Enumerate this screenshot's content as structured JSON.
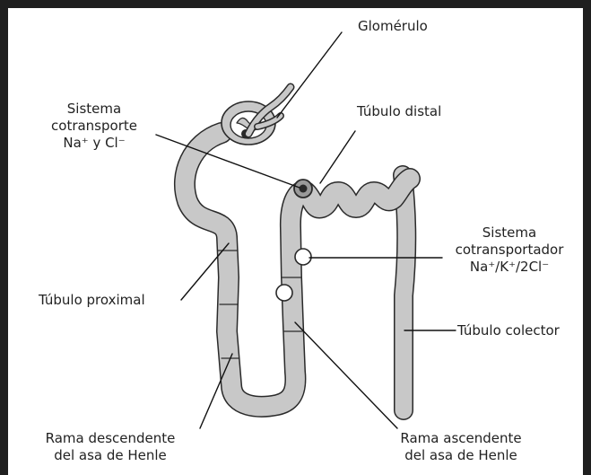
{
  "labels": {
    "glomerulo": "Glomérulo",
    "sistema_nacl_1": "Sistema",
    "sistema_nacl_2": "cotransporte",
    "sistema_nacl_3": "Na⁺ y Cl⁻",
    "tubulo_distal": "Túbulo distal",
    "sistema_nakcl_1": "Sistema",
    "sistema_nakcl_2": "cotransportador",
    "sistema_nakcl_3": "Na⁺/K⁺/2Cl⁻",
    "tubulo_proximal": "Túbulo proximal",
    "tubulo_colector": "Túbulo colector",
    "rama_desc_1": "Rama descendente",
    "rama_desc_2": "del asa de Henle",
    "rama_asc_1": "Rama ascendente",
    "rama_asc_2": "del asa de Henle"
  },
  "colors": {
    "frame": "#1f1f1f",
    "background": "#ffffff",
    "tubule_fill": "#c8c8c8",
    "tubule_outline": "#2a2a2a",
    "leader_line": "#111111"
  }
}
